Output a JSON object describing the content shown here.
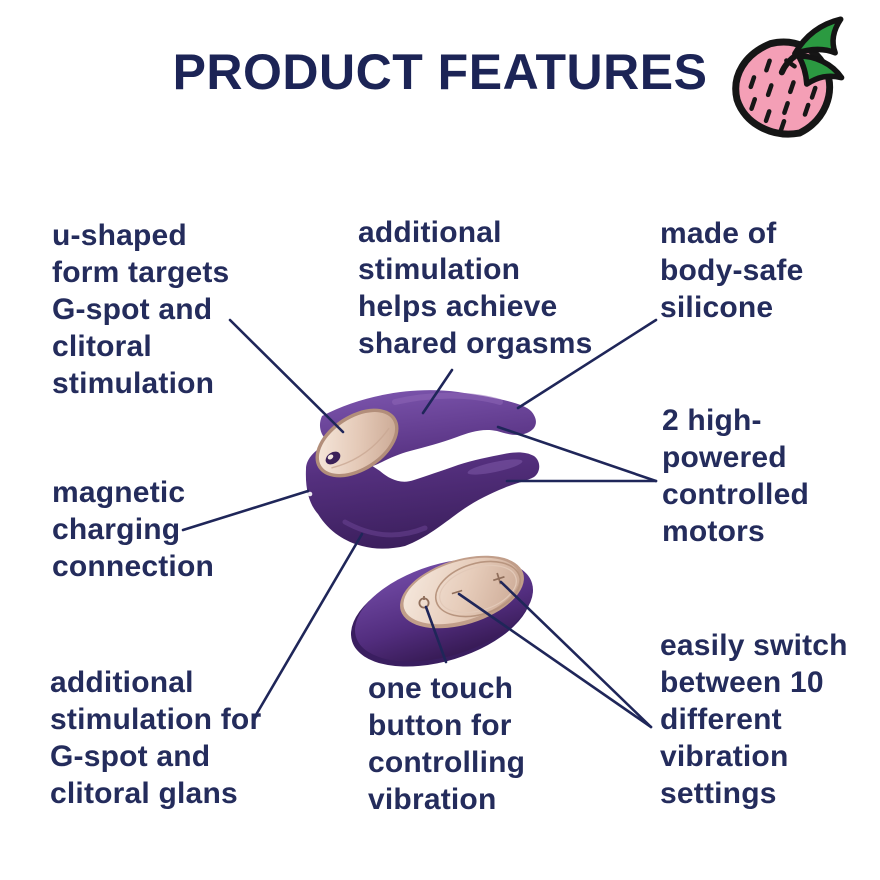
{
  "title": "PRODUCT FEATURES",
  "decoration": {
    "icon": "strawberry-icon"
  },
  "colors": {
    "text_navy": "#242c5c",
    "line_navy": "#1f2659",
    "device_purple": "#55307f",
    "device_purple_dark": "#371c57",
    "device_purple_light": "#7a53ab",
    "plate_gold": "#e0c3b0",
    "strawberry_pink": "#f49fb6",
    "leaf_green": "#2b9a41"
  },
  "callouts": {
    "u_shaped": {
      "lines": [
        "u-shaped",
        "form targets",
        "G-spot and",
        "clitoral",
        "stimulation"
      ]
    },
    "shared": {
      "lines": [
        "additional",
        "stimulation",
        "helps achieve",
        "shared orgasms"
      ]
    },
    "silicone": {
      "lines": [
        "made of",
        "body-safe",
        "silicone"
      ]
    },
    "motors": {
      "lines": [
        "2 high-",
        "powered",
        "controlled",
        "motors"
      ]
    },
    "magnetic": {
      "lines": [
        "magnetic",
        "charging",
        "connection"
      ]
    },
    "gspot": {
      "lines": [
        "additional",
        "stimulation for",
        "G-spot and",
        "clitoral glans"
      ]
    },
    "button": {
      "lines": [
        "one touch",
        "button for",
        "controlling",
        "vibration"
      ]
    },
    "settings": {
      "lines": [
        "easily switch",
        "between 10",
        "different",
        "vibration",
        "settings"
      ]
    }
  },
  "device": {
    "plus_label": "+",
    "minus_label": "−"
  }
}
